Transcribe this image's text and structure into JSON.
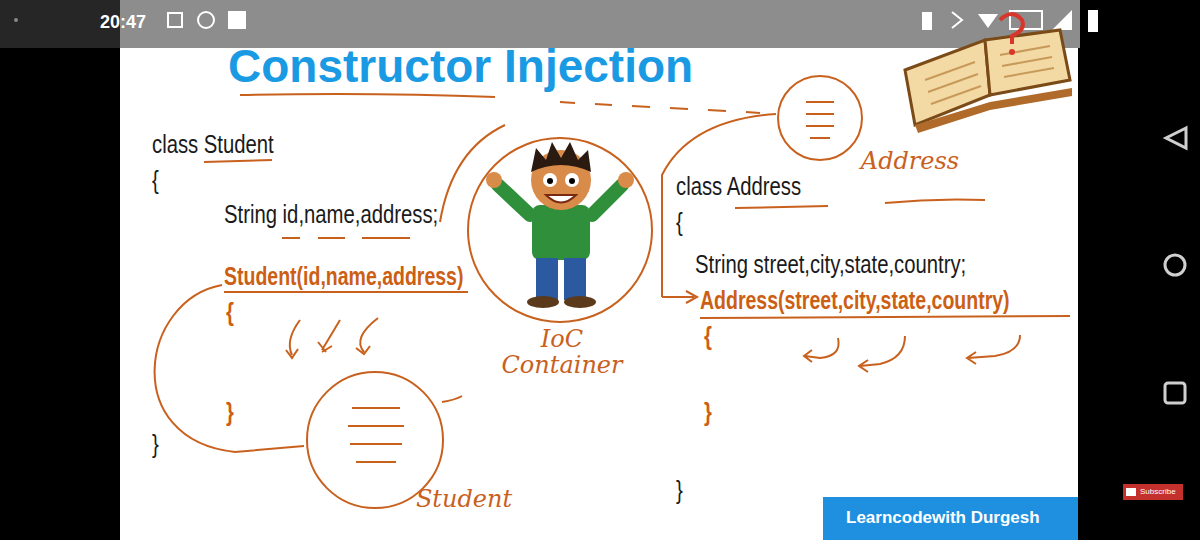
{
  "diagram": {
    "title": "Constructor Injection",
    "nodes": [
      {
        "text": [
          "Address"
        ]
      },
      {
        "text": [
          "IoC Container"
        ]
      },
      {
        "text": [
          "Student"
        ]
      }
    ],
    "labels": [
      "20:47",
      "class Student",
      "{",
      "String id,name,address;",
      "Student(id,name,address)",
      "{",
      "}",
      "}",
      "class Address",
      "{",
      "String street,city,state,country;",
      "Address(street,city,state,country)",
      "{",
      "}",
      "}",
      "Learncodewith Durgesh",
      "Subscribe"
    ]
  }
}
